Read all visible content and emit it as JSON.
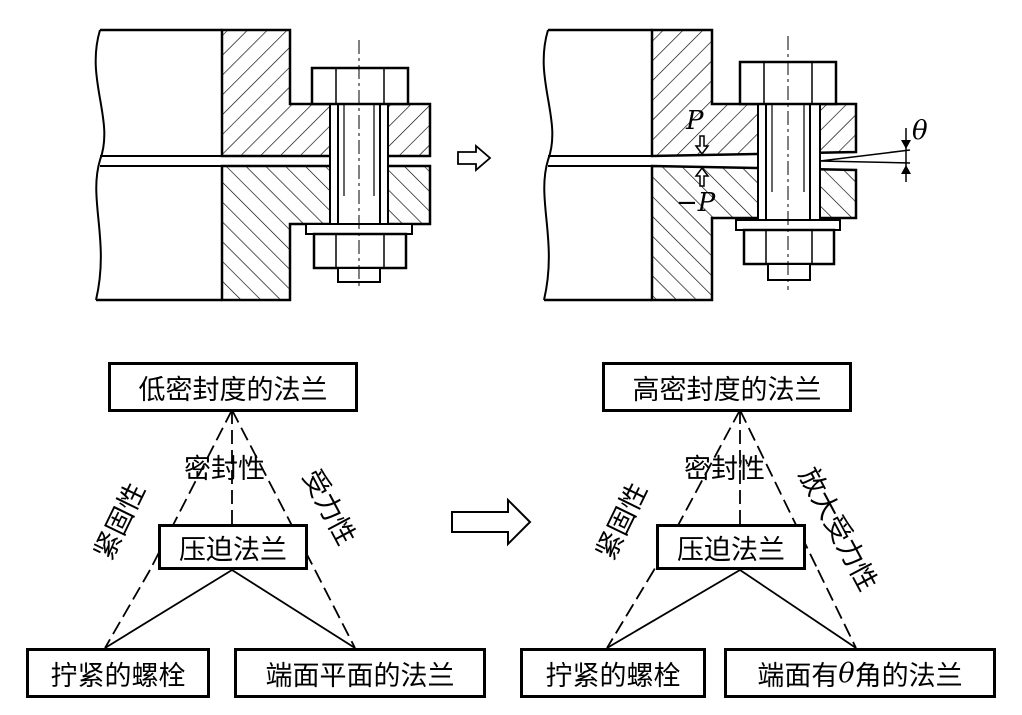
{
  "top_left": {},
  "top_right": {
    "load_p": "P",
    "load_minus_p": "−P",
    "theta": "θ"
  },
  "bottom_left": {
    "top_box": "低密封度的法兰",
    "center_box": "压迫法兰",
    "bottom_left_box": "拧紧的螺栓",
    "bottom_right_box": "端面平面的法兰",
    "label_center": "密封性",
    "label_left": "紧固性",
    "label_right": "受力性"
  },
  "bottom_right": {
    "top_box": "高密封度的法兰",
    "center_box": "压迫法兰",
    "bottom_left_box": "拧紧的螺栓",
    "bottom_right_box_prefix": "端面有",
    "bottom_right_box_theta": "θ",
    "bottom_right_box_suffix": "角的法兰",
    "label_center": "密封性",
    "label_left": "紧固性",
    "label_right": "放大受力性"
  }
}
